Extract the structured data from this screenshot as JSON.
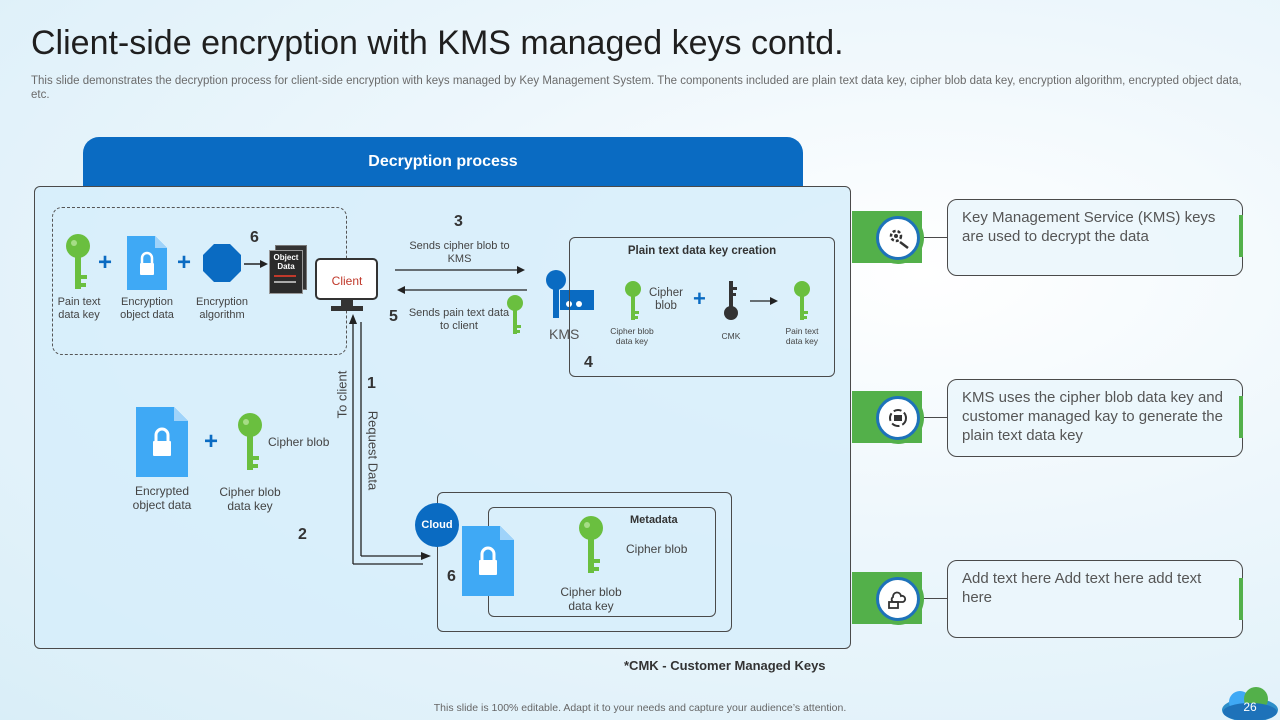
{
  "page": {
    "title": "Client-side encryption with KMS managed keys contd.",
    "subtitle": "This slide demonstrates the decryption process for client-side encryption with keys managed by Key Management System. The components included are plain text data key, cipher blob data key, encryption algorithm, encrypted object data, etc.",
    "footer": "This slide is 100% editable. Adapt it to your needs and capture your audience’s attention.",
    "page_number": "26"
  },
  "diagram": {
    "tab_title": "Decryption process",
    "client_label": "Client",
    "object_data_label": "Object Data",
    "plain_text_key": "Pain text data key",
    "encryption_object_data": "Encryption object data",
    "encryption_algorithm": "Encryption algorithm",
    "step3_num": "3",
    "step3_text": "Sends cipher blob to KMS",
    "step5_num": "5",
    "step5_text": "Sends pain text data to client",
    "step6a_num": "6",
    "step1_num": "1",
    "step2_num": "2",
    "step4_num": "4",
    "step6b_num": "6",
    "to_client": "To client",
    "request_data": "Request Data",
    "kms_label": "KMS",
    "ptk_box_title": "Plain text data key creation",
    "cipher_blob_short": "Cipher blob",
    "cipher_blob_data_key_small": "Cipher blob data key",
    "cmk": "CMK",
    "pain_text_data_key_small": "Pain text data key",
    "enc_object_data_lower": "Encrypted object data",
    "cipher_blob_text": "Cipher blob",
    "cipher_blob_data_key": "Cipher blob data key",
    "cloud_label": "Cloud",
    "metadata_title": "Metadata",
    "metadata_cipher_blob": "Cipher blob",
    "metadata_key_label": "Cipher blob data key",
    "cmk_note": "*CMK - Customer Managed Keys"
  },
  "info_boxes": [
    {
      "text": "Key Management Service (KMS) keys are used to decrypt the data",
      "icon": "gear-hand-icon"
    },
    {
      "text": "KMS uses the cipher blob data key and customer managed kay to generate the plain text data key",
      "icon": "cycle-icon"
    },
    {
      "text": "Add text here Add text here add text here",
      "icon": "cloud-computer-icon"
    }
  ],
  "colors": {
    "blue": "#0a6bc2",
    "light_blue": "#3fa9f5",
    "green": "#6abf3f",
    "dark": "#333333"
  }
}
